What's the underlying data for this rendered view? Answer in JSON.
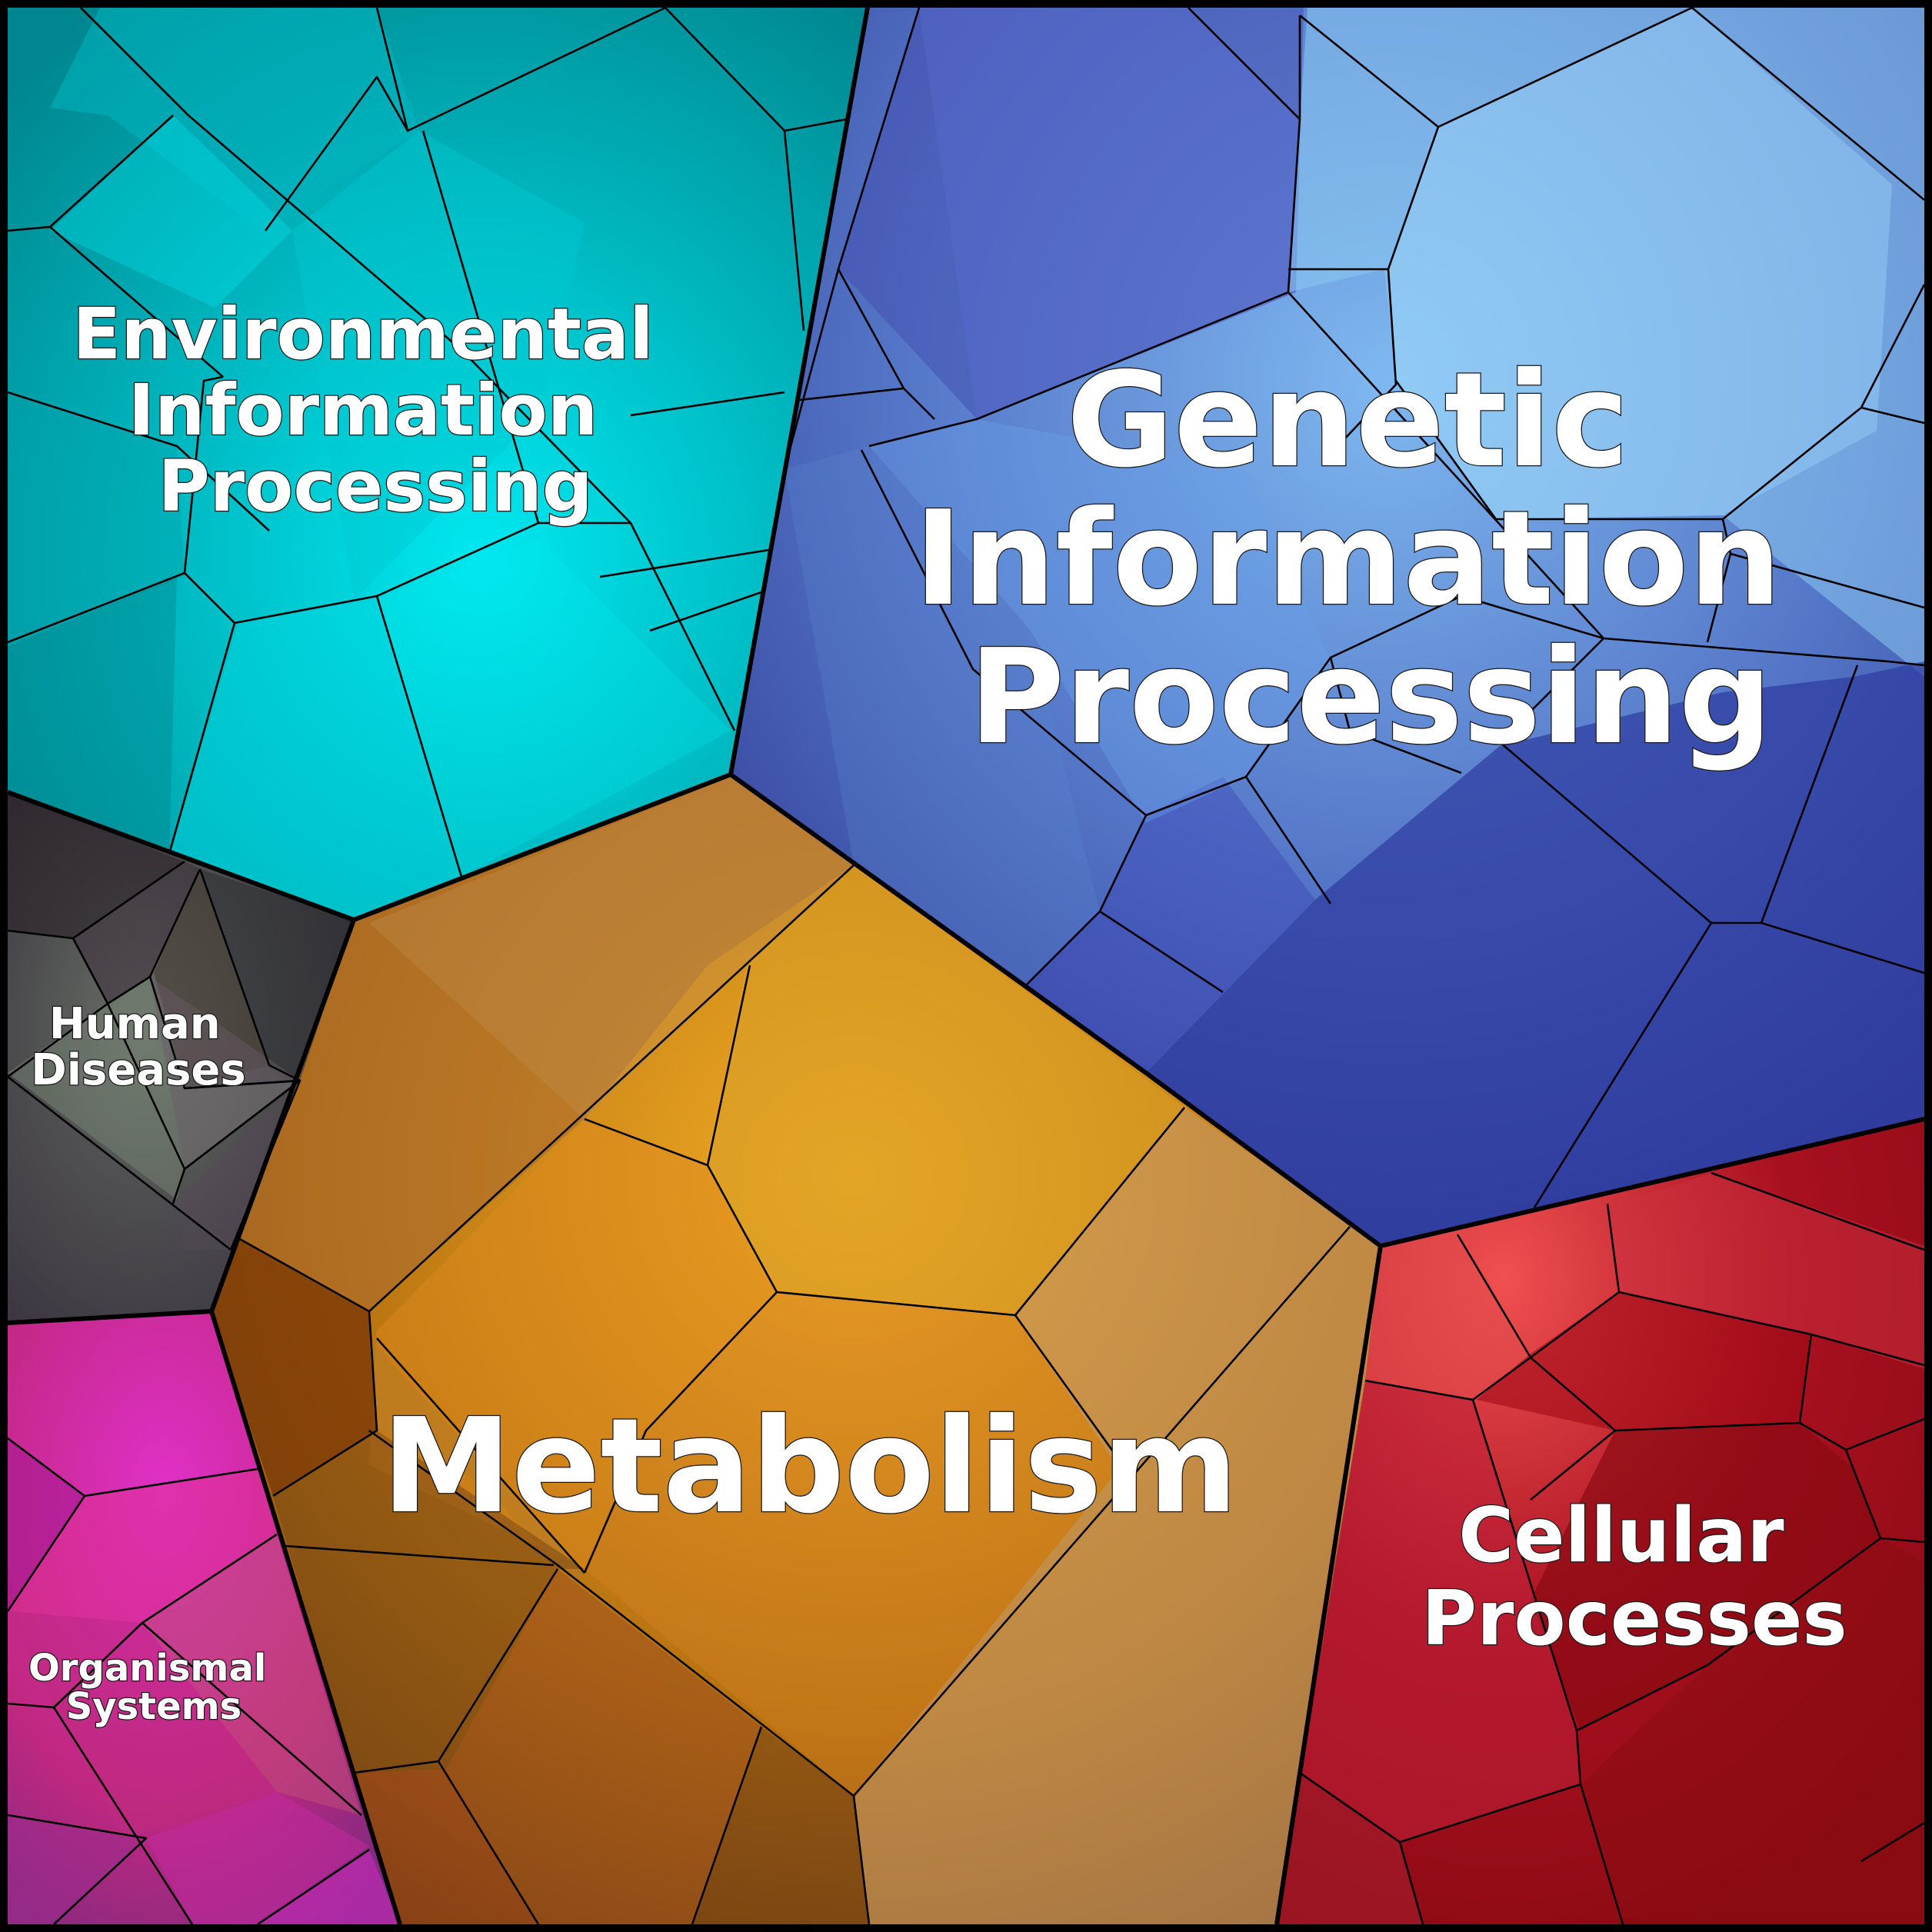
{
  "regions": [
    {
      "key": "env",
      "lines": [
        "Environmental",
        "Information",
        "Processing"
      ],
      "color": "#00a9b0",
      "highlight": "#00f6ff"
    },
    {
      "key": "gen",
      "lines": [
        "Genetic",
        "Information",
        "Processing"
      ],
      "color": "#4f70c4",
      "highlight": "#8ed1ff"
    },
    {
      "key": "met",
      "lines": [
        "Metabolism"
      ],
      "color": "#c08020",
      "highlight": "#f7b42a"
    },
    {
      "key": "cel",
      "lines": [
        "Cellular",
        "Processes"
      ],
      "color": "#b01830",
      "highlight": "#f85a5a"
    },
    {
      "key": "hum",
      "lines": [
        "Human",
        "Diseases"
      ],
      "color": "#3a3a44",
      "highlight": "#7a8a7a"
    },
    {
      "key": "org",
      "lines": [
        "Organismal",
        "Systems"
      ],
      "color": "#b0288a",
      "highlight": "#e028d8"
    }
  ]
}
